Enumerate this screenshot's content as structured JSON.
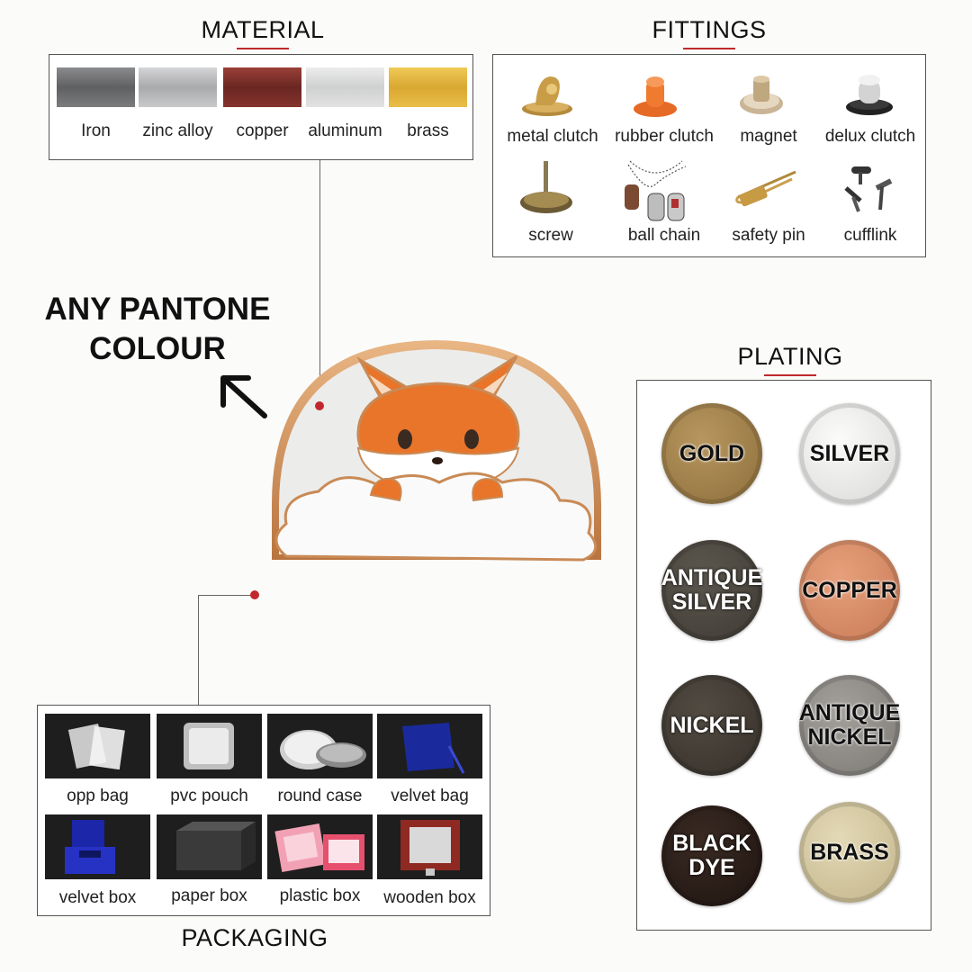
{
  "material": {
    "title": "MATERIAL",
    "items": [
      {
        "label": "Iron",
        "color": "#6f7072"
      },
      {
        "label": "zinc alloy",
        "color": "#b9babb"
      },
      {
        "label": "copper",
        "color": "#7a2f2a"
      },
      {
        "label": "aluminum",
        "color": "#d8d9d9"
      },
      {
        "label": "brass",
        "color": "#e1b33e"
      }
    ]
  },
  "fittings": {
    "title": "FITTINGS",
    "items": [
      {
        "label": "metal clutch",
        "icon": "metal-clutch-icon"
      },
      {
        "label": "rubber clutch",
        "icon": "rubber-clutch-icon"
      },
      {
        "label": "magnet",
        "icon": "magnet-icon"
      },
      {
        "label": "delux clutch",
        "icon": "delux-clutch-icon"
      },
      {
        "label": "screw",
        "icon": "screw-icon"
      },
      {
        "label": "ball chain",
        "icon": "ball-chain-icon"
      },
      {
        "label": "safety pin",
        "icon": "safety-pin-icon"
      },
      {
        "label": "cufflink",
        "icon": "cufflink-icon"
      }
    ]
  },
  "pantone": {
    "line1": "ANY PANTONE",
    "line2": "COLOUR"
  },
  "plating": {
    "title": "PLATING",
    "items": [
      {
        "line1": "GOLD",
        "line2": "",
        "color": "#9a7b45"
      },
      {
        "line1": "SILVER",
        "line2": "",
        "color": "#e3e3e1"
      },
      {
        "line1": "ANTIQUE",
        "line2": "SILVER",
        "color": "#4a463f"
      },
      {
        "line1": "COPPER",
        "line2": "",
        "color": "#d58a65"
      },
      {
        "line1": "NICKEL",
        "line2": "",
        "color": "#3f3a33"
      },
      {
        "line1": "ANTIQUE",
        "line2": "NICKEL",
        "color": "#8e8b87"
      },
      {
        "line1": "BLACK",
        "line2": "DYE",
        "color": "#2a1d18"
      },
      {
        "line1": "BRASS",
        "line2": "",
        "color": "#d2c6a0"
      }
    ]
  },
  "packaging": {
    "title": "PACKAGING",
    "items": [
      {
        "label": "opp bag",
        "icon": "opp-bag-icon"
      },
      {
        "label": "pvc pouch",
        "icon": "pvc-pouch-icon"
      },
      {
        "label": "round case",
        "icon": "round-case-icon"
      },
      {
        "label": "velvet bag",
        "icon": "velvet-bag-icon"
      },
      {
        "label": "velvet box",
        "icon": "velvet-box-icon"
      },
      {
        "label": "paper box",
        "icon": "paper-box-icon"
      },
      {
        "label": "plastic box",
        "icon": "plastic-box-icon"
      },
      {
        "label": "wooden box",
        "icon": "wooden-box-icon"
      }
    ]
  },
  "colors": {
    "accent": "#c0282d",
    "pin_outline": "#c98a55",
    "fox": "#e8752a"
  }
}
